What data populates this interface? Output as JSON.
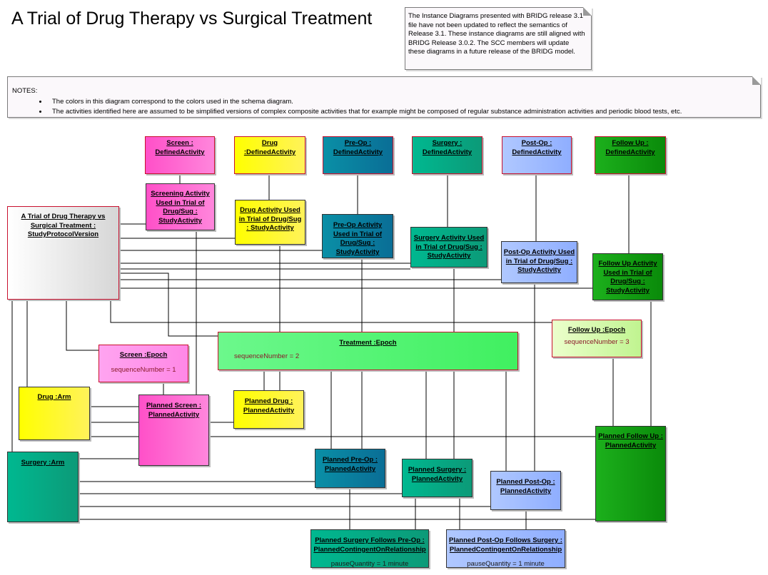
{
  "title": "A Trial of Drug Therapy vs Surgical Treatment",
  "release_note": "The Instance Diagrams presented with BRIDG release 3.1 file have not been updated to reflect the semantics of Release 3.1. These instance diagrams are still aligned with BRIDG Release 3.0.2. The SCC members will update these diagrams in a future release of the BRIDG model.",
  "notes": {
    "heading": "NOTES:",
    "items": [
      "The colors in this diagram correspond to the colors used in the schema diagram.",
      "The activities identified here are assumed to be simplified versions of complex composite activities that for example might be composed of regular substance administration activities and periodic blood tests, etc."
    ]
  },
  "defined_activities": {
    "screen": "Screen : DefinedActivity",
    "drug": "Drug :DefinedActivity",
    "preop": "Pre-Op : DefinedActivity",
    "surgery": "Surgery : DefinedActivity",
    "postop": "Post-Op : DefinedActivity",
    "followup": "Follow Up : DefinedActivity"
  },
  "study_activities": {
    "screening": "Screening Activity Used in Trial of Drug/Sug : StudyActivity",
    "drug": "Drug Activity Used in Trial of Drug/Sug : StudyActivity",
    "preop": "Pre-Op Activity Used in Trial of Drug/Sug : StudyActivity",
    "surgery": "Surgery Activity Used in Trial of Drug/Sug : StudyActivity",
    "postop": "Post-Op Activity Used in Trial of Drug/Sug : StudyActivity",
    "followup": "Follow Up Activity Used in Trial of Drug/Sug : StudyActivity"
  },
  "protocol": "A Trial of Drug Therapy vs Surgical Treatment : StudyProtocolVersion",
  "epochs": {
    "screen": {
      "name": "Screen :Epoch",
      "attr": "sequenceNumber = 1"
    },
    "treatment": {
      "name": "Treatment :Epoch",
      "attr": "sequenceNumber = 2"
    },
    "followup": {
      "name": "Follow Up :Epoch",
      "attr": "sequenceNumber = 3"
    }
  },
  "arms": {
    "drug": "Drug :Arm",
    "surgery": "Surgery :Arm"
  },
  "planned_activities": {
    "screen": "Planned Screen : PlannedActivity",
    "drug": "Planned Drug : PlannedActivity",
    "preop": "Planned Pre-Op : PlannedActivity",
    "surgery": "Planned Surgery : PlannedActivity",
    "postop": "Planned Post-Op : PlannedActivity",
    "followup": "Planned Follow Up : PlannedActivity"
  },
  "contingent": {
    "surgery_follows_preop": {
      "name": "Planned Surgery Follows Pre-Op : PlannedContingentOnRelationship",
      "attr": "pauseQuantity = 1 minute"
    },
    "postop_follows_surgery": {
      "name": "Planned Post-Op Follows Surgery : PlannedContingentOnRelationship",
      "attr": "pauseQuantity = 1 minute"
    }
  }
}
